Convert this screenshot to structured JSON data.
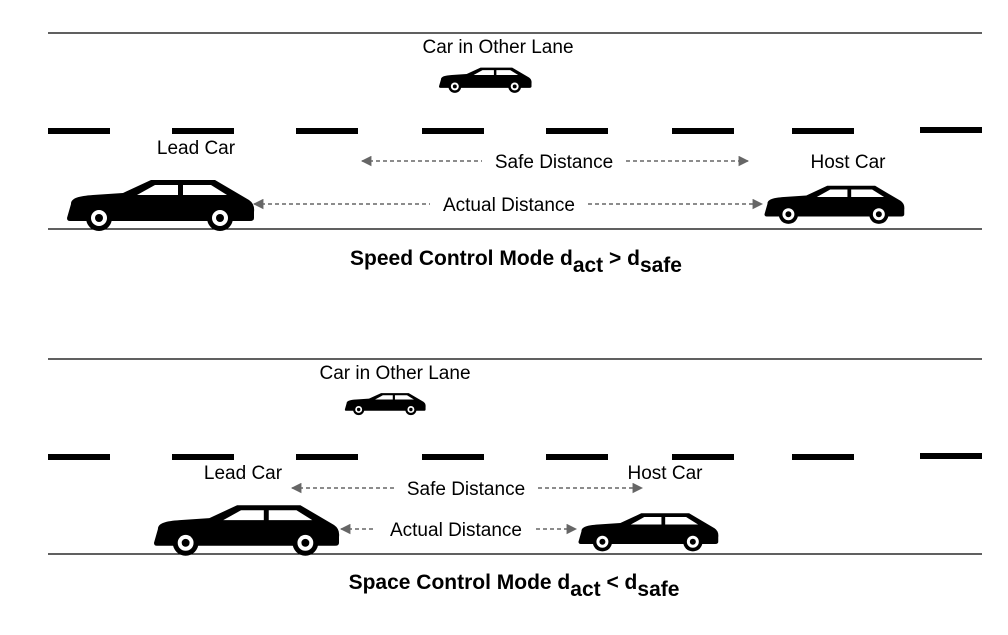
{
  "panels": [
    {
      "other_lane_label": "Car in Other Lane",
      "lead_label": "Lead Car",
      "host_label": "Host Car",
      "safe_label": "Safe Distance",
      "actual_label": "Actual Distance",
      "caption_main": "Speed Control Mode d",
      "caption_sub1": "act",
      "caption_op": " > d",
      "caption_sub2": "safe"
    },
    {
      "other_lane_label": "Car in Other Lane",
      "lead_label": "Lead Car",
      "host_label": "Host Car",
      "safe_label": "Safe Distance",
      "actual_label": "Actual Distance",
      "caption_main": "Space Control Mode d",
      "caption_sub1": "act",
      "caption_op": " < d",
      "caption_sub2": "safe"
    }
  ],
  "icons": [
    "car-icon"
  ],
  "colors": {
    "ink": "#000000",
    "arrow": "#666666",
    "background": "#ffffff"
  }
}
